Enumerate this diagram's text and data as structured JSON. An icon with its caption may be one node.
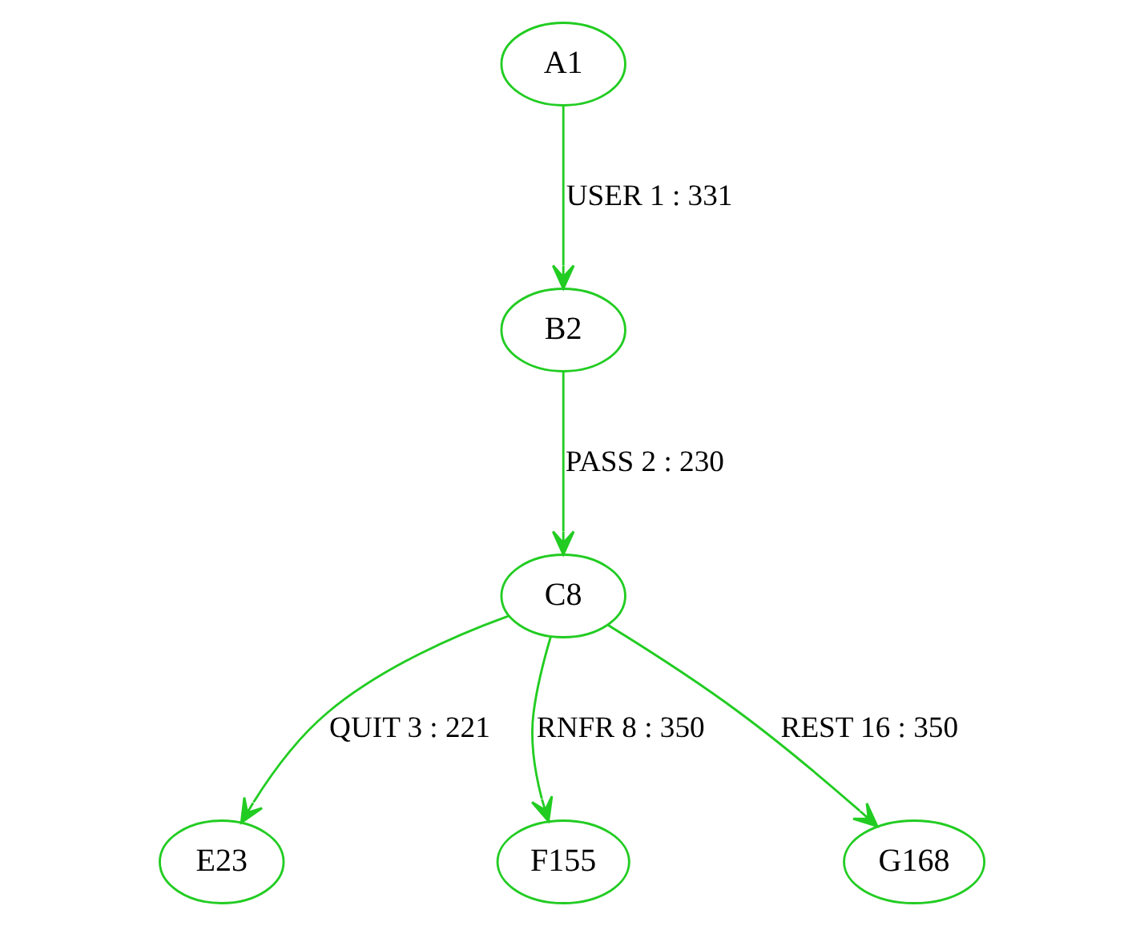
{
  "diagram": {
    "nodes": [
      {
        "text": [
          "A1"
        ]
      },
      {
        "text": [
          "B2"
        ]
      },
      {
        "text": [
          "C8"
        ]
      },
      {
        "text": [
          "E23"
        ]
      },
      {
        "text": [
          "F155"
        ]
      },
      {
        "text": [
          "G168"
        ]
      }
    ],
    "edges": [
      {
        "from": 0,
        "to": 1,
        "arrow": "to",
        "label": "USER 1 : 331"
      },
      {
        "from": 1,
        "to": 2,
        "arrow": "to",
        "label": "PASS 2 : 230"
      },
      {
        "from": 2,
        "to": 3,
        "arrow": "to",
        "label": "QUIT 3 : 221"
      },
      {
        "from": 2,
        "to": 4,
        "arrow": "to",
        "label": "RNFR 8 : 350"
      },
      {
        "from": 2,
        "to": 5,
        "arrow": "to",
        "label": "REST 16 : 350"
      }
    ]
  }
}
